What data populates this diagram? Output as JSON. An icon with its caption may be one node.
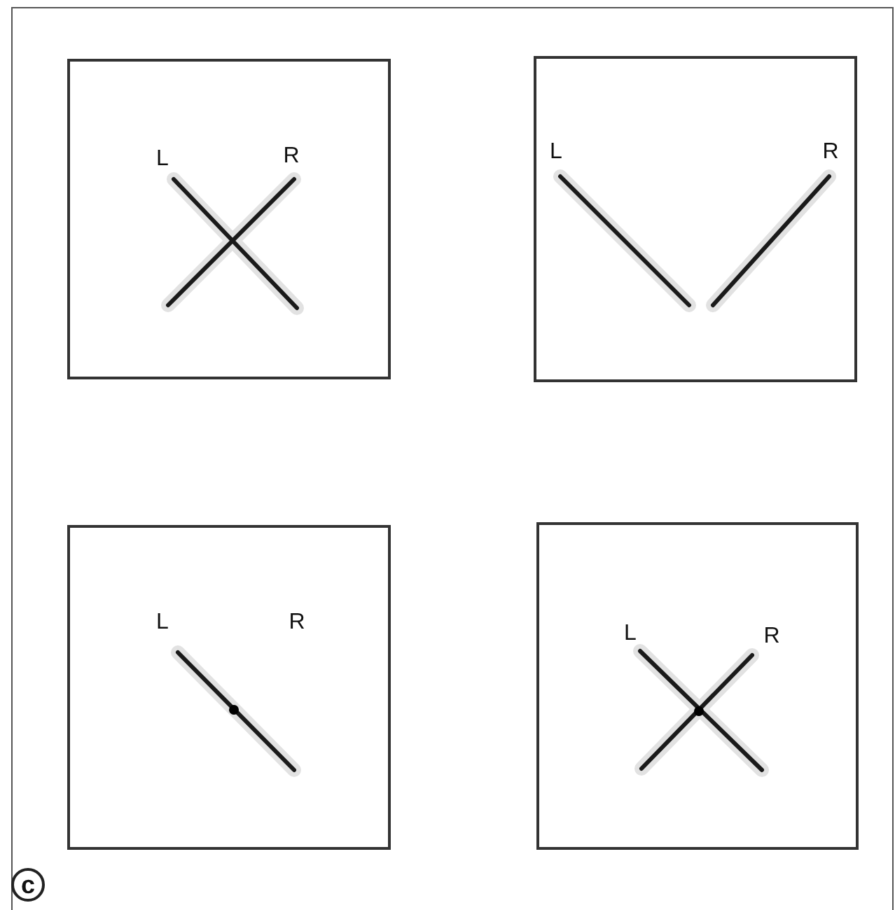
{
  "diagram": {
    "nodes": [
      {
        "text": [
          "L",
          "R"
        ]
      },
      {
        "text": [
          "L",
          "R"
        ]
      },
      {
        "text": [
          "L",
          "R"
        ]
      },
      {
        "text": [
          "L",
          "R"
        ]
      }
    ],
    "labels": [
      "c"
    ]
  }
}
